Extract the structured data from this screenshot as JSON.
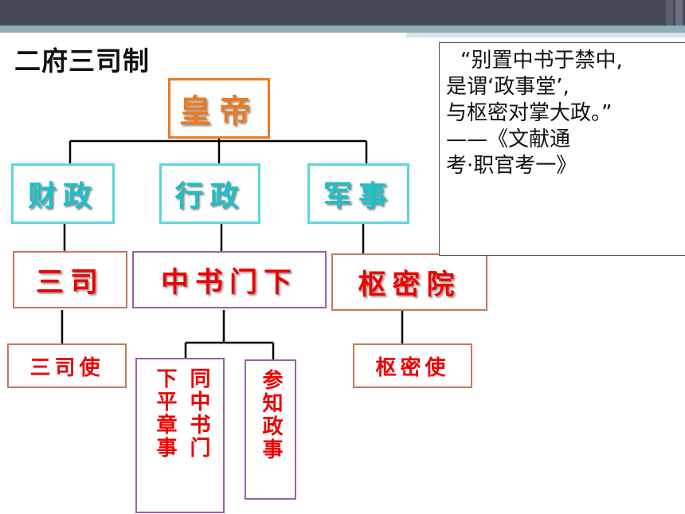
{
  "title": "二府三司制",
  "quote": {
    "line1": "“别置中书于禁中,",
    "line2": "是谓‘政事堂’,",
    "line3": "与枢密对掌大政。”",
    "line4": "——《文献通",
    "line5": "考·职官考一》"
  },
  "emperor": "皇帝",
  "departments": [
    "财政",
    "行政",
    "军事"
  ],
  "organs": [
    "三司",
    "中书门下",
    "枢密院"
  ],
  "officials": {
    "sansi": "三司使",
    "shumi": "枢密使",
    "zhongshu_right": "同中书门",
    "zhongshu_left": "下平章事",
    "canzhi": "参知政事"
  },
  "colors": {
    "emperor": "#ea7b21",
    "department": "#1ac1cb",
    "organ_text": "#ee0000",
    "topbar": "#454958"
  }
}
